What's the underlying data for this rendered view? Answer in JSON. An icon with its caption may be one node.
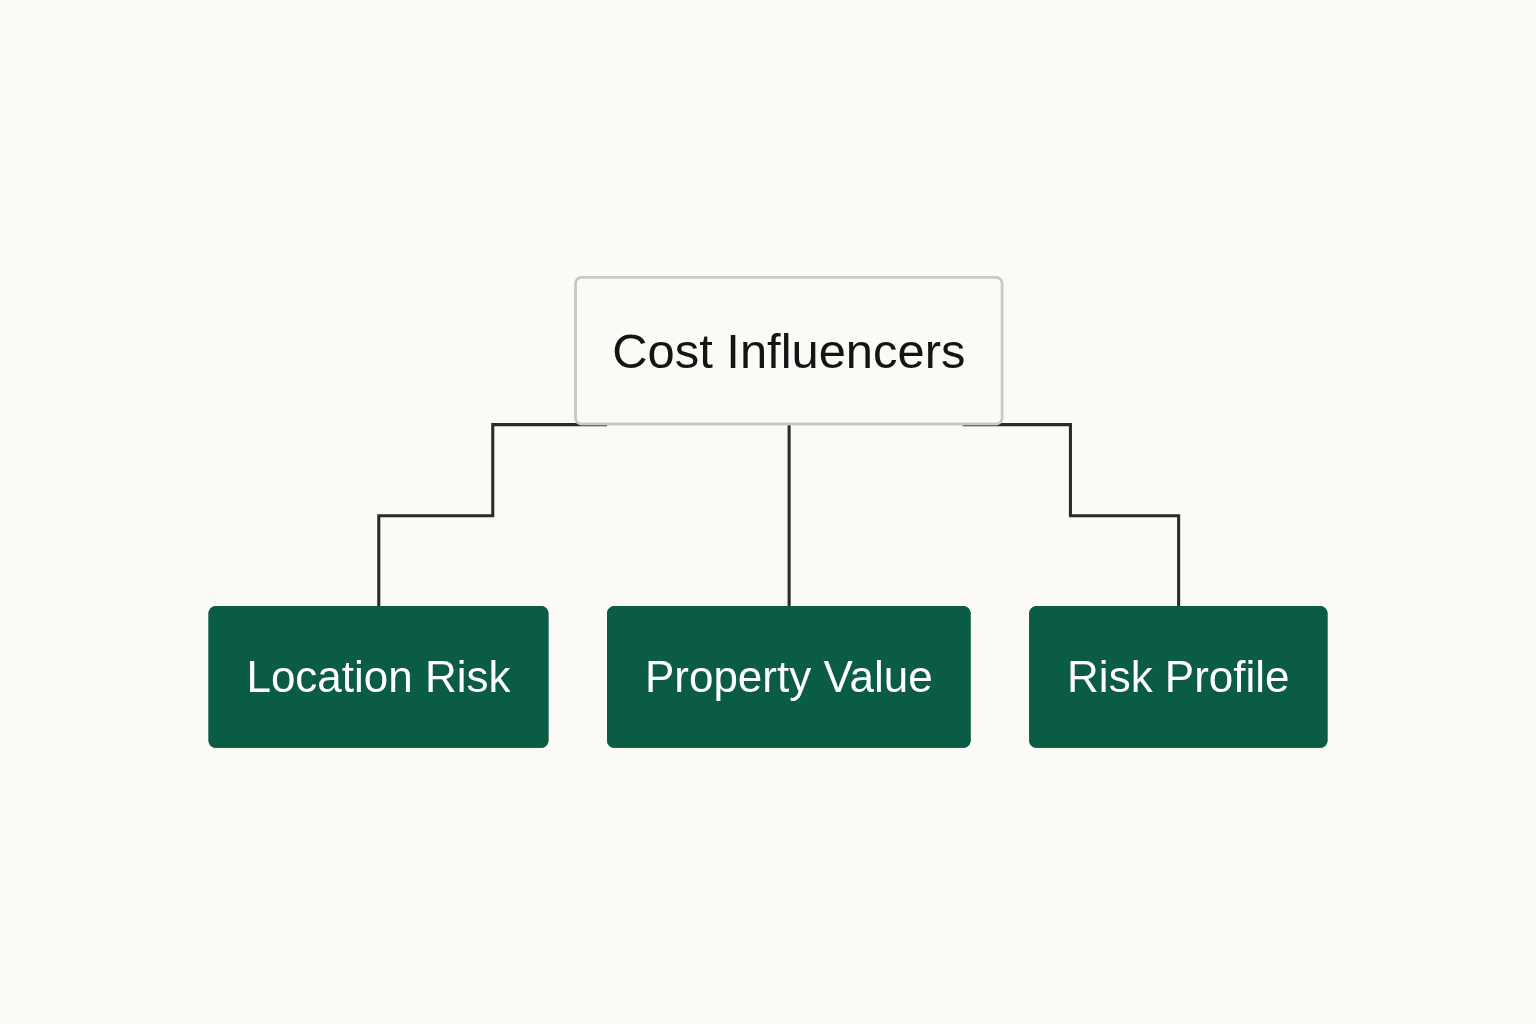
{
  "diagram": {
    "nodes": [
      {
        "text": [
          "Cost Influencers"
        ]
      },
      {
        "text": [
          "Location Risk"
        ]
      },
      {
        "text": [
          "Property Value"
        ]
      },
      {
        "text": [
          "Risk Profile"
        ]
      }
    ],
    "edges": [
      {
        "from": 0,
        "to": 1,
        "arrow": "none"
      },
      {
        "from": 0,
        "to": 2,
        "arrow": "none"
      },
      {
        "from": 0,
        "to": 3,
        "arrow": "none"
      }
    ]
  }
}
